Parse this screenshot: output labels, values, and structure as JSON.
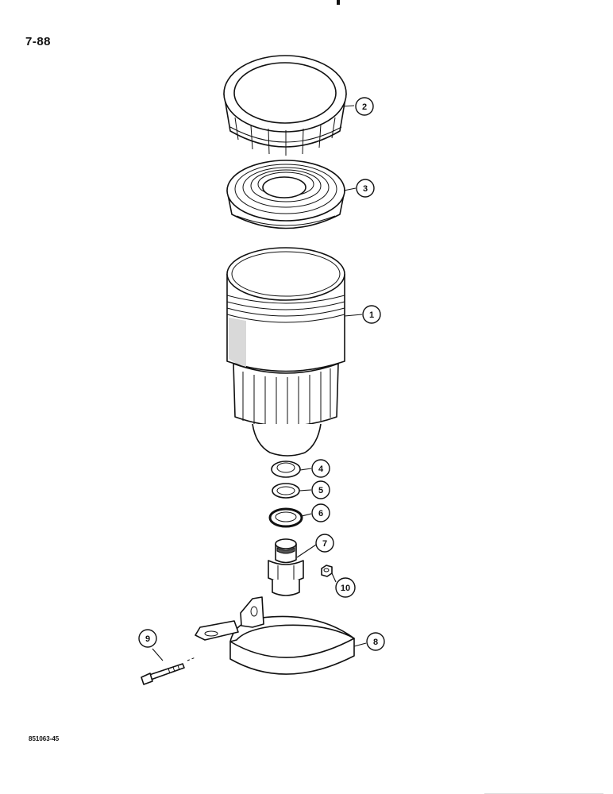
{
  "page": {
    "page_number": "7-88",
    "figure_code": "851063-45"
  },
  "callouts": [
    {
      "part": "filter-bowl",
      "number": "1"
    },
    {
      "part": "retaining-ring",
      "number": "2"
    },
    {
      "part": "filter-element",
      "number": "3"
    },
    {
      "part": "nut",
      "number": "4"
    },
    {
      "part": "washer",
      "number": "5"
    },
    {
      "part": "o-ring",
      "number": "6"
    },
    {
      "part": "drain-valve",
      "number": "7"
    },
    {
      "part": "clamp-band",
      "number": "8"
    },
    {
      "part": "bolt",
      "number": "9"
    },
    {
      "part": "small-nut",
      "number": "10"
    }
  ],
  "colors": {
    "ink": "#111111",
    "paper": "#ffffff",
    "shade": "#d9d9d9"
  }
}
